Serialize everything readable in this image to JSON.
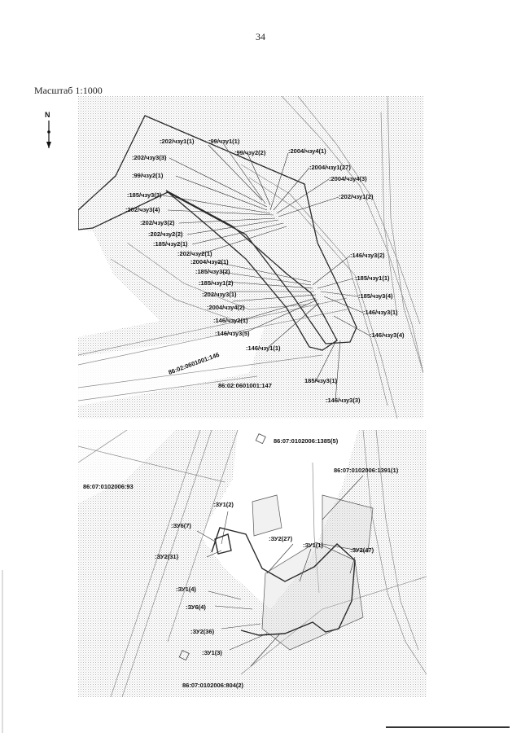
{
  "page": {
    "number": "34",
    "scale": "Масштаб 1:1000",
    "north": "N"
  },
  "map_top": {
    "parcels": [
      "86:02:0601001:146",
      "86:02:0601001:147"
    ],
    "labels": [
      ":202/чзу1(1)",
      ":99/чзу1(1)",
      ":99/чзу2(2)",
      ":2004/чзу4(1)",
      ":202/чзу3(3)",
      ":2004/чзу1(27)",
      ":99/чзу2(1)",
      ":2004/чзу4(3)",
      ":185/чзу3(3)",
      ":202/чзу1(2)",
      ":202/чзу3(4)",
      ":202/чзу3(2)",
      ":202/чзу2(2)",
      ":185/чзу2(1)",
      ":202/чзу2(1)",
      ":146/чзу3(2)",
      ":2004/чзу2(1)",
      ":185/чзу3(2)",
      ":185/чзу1(1)",
      ":185/чзу1(2)",
      ":185/чзу3(4)",
      ":202/чзу3(1)",
      ":2004/чзу4(2)",
      ":146/чзу3(1)",
      ":146/чзу2(1)",
      ":146/чзу3(5)",
      ":146/чзу3(4)",
      ":146/чзу1(1)",
      "185/чзу3(1)",
      ":146/чзу3(3)"
    ]
  },
  "map_bottom": {
    "parcels": [
      "86:07:0102006:1385(5)",
      "86:07:0102006:1391(1)",
      "86:07:0102006:93",
      "86:07:0102006:804(2)"
    ],
    "labels": [
      ":ЗУ1(2)",
      ":ЗУ6(7)",
      ":ЗУ2(31)",
      ":ЗУ2(27)",
      ":ЗУ1(1)",
      ":ЗУ2(47)",
      ":ЗУ1(4)",
      ":ЗУ6(4)",
      ":ЗУ2(36)",
      ":ЗУ1(3)"
    ]
  }
}
